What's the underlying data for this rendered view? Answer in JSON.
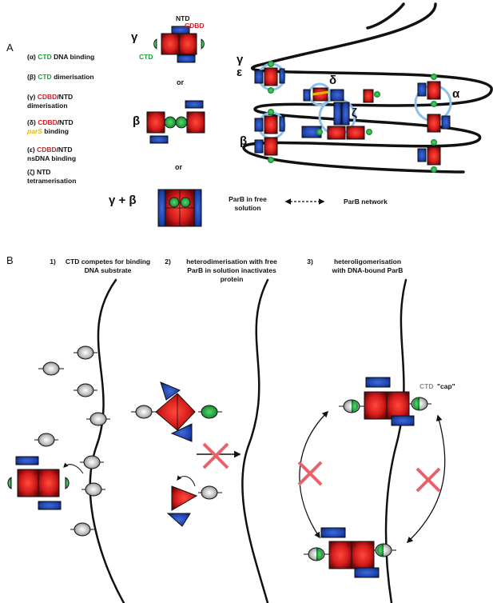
{
  "panel_a": {
    "letter": "A",
    "legend": [
      {
        "greek": "(α)",
        "parts": [
          {
            "t": "CTD",
            "c": "green"
          },
          {
            "t": " DNA binding",
            "c": ""
          }
        ]
      },
      {
        "greek": "(β)",
        "parts": [
          {
            "t": "CTD",
            "c": "green"
          },
          {
            "t": " dimerisation",
            "c": ""
          }
        ]
      },
      {
        "greek": "(γ)",
        "parts": [
          {
            "t": "CDBD",
            "c": "red"
          },
          {
            "t": "/NTD",
            "c": ""
          }
        ],
        "line2": [
          {
            "t": "dimerisation",
            "c": ""
          }
        ]
      },
      {
        "greek": "(δ)",
        "parts": [
          {
            "t": "CDBD",
            "c": "red"
          },
          {
            "t": "/NTD",
            "c": ""
          }
        ],
        "line2": [
          {
            "t": "parS",
            "c": "yellow"
          },
          {
            "t": " binding",
            "c": ""
          }
        ]
      },
      {
        "greek": "(ε)",
        "parts": [
          {
            "t": "CDBD",
            "c": "red"
          },
          {
            "t": "/NTD",
            "c": ""
          }
        ],
        "line2": [
          {
            "t": "nsDNA binding",
            "c": ""
          }
        ]
      },
      {
        "greek": "(ζ)",
        "parts": [
          {
            "t": "NTD",
            "c": ""
          }
        ],
        "line2": [
          {
            "t": "tetramerisation",
            "c": ""
          }
        ]
      }
    ],
    "domain_labels": {
      "ntd": "NTD",
      "cdbd": "CDBD",
      "ctd": "CTD"
    },
    "modes": {
      "gamma": "γ",
      "beta": "β",
      "gamma_beta": "γ + β",
      "or1": "or",
      "or2": "or"
    },
    "network_labels": {
      "gamma": "γ",
      "epsilon": "ε",
      "delta": "δ",
      "zeta": "ζ",
      "alpha": "α",
      "beta": "β"
    },
    "free_label": "ParB in free solution",
    "network_label": "ParB network"
  },
  "panel_b": {
    "letter": "B",
    "headings": [
      {
        "num": "1)",
        "text": "CTD competes for binding DNA substrate"
      },
      {
        "num": "2)",
        "text": "heterodimerisation with free ParB in solution inactivates protein"
      },
      {
        "num": "3)",
        "text": "heteroligomerisation with DNA-bound ParB"
      }
    ],
    "cap_label_ctd": "CTD",
    "cap_label_word": "\"cap\""
  },
  "colors": {
    "cdbd": "#d41c1c",
    "ntd": "#1b3fa8",
    "ctd": "#1e9a3c",
    "cross": "#e8626a",
    "halo": "#8ec0e8"
  }
}
